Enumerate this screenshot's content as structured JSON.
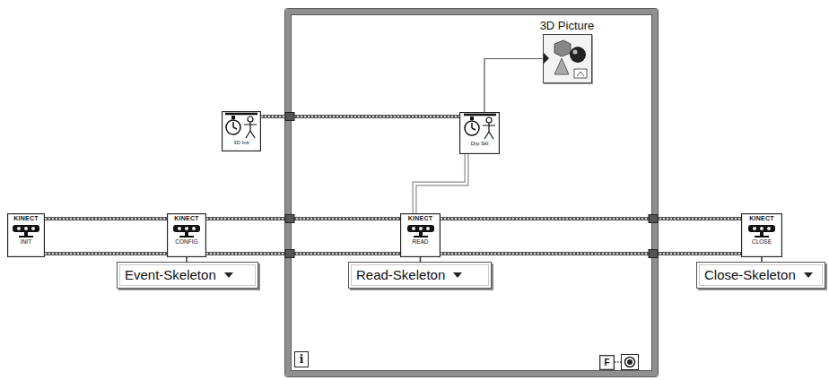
{
  "diagram": {
    "nodes": [
      {
        "text": [
          "KINECT",
          "INIT"
        ]
      },
      {
        "text": [
          "KINECT",
          "CONFIG"
        ]
      },
      {
        "text": [
          "Event-Skeleton"
        ]
      },
      {
        "text": [
          "3D Init"
        ]
      },
      {
        "text": [
          "i"
        ]
      },
      {
        "text": [
          "Drp Skl"
        ],
        "in": 4
      },
      {
        "text": [
          "3D Picture"
        ],
        "in": 4
      },
      {
        "text": [
          "KINECT",
          "READ"
        ],
        "in": 4
      },
      {
        "text": [
          "Read-Skeleton"
        ],
        "in": 4
      },
      {
        "text": [
          "F"
        ],
        "in": 4
      },
      {
        "text": [
          "KINECT",
          "CLOSE"
        ]
      },
      {
        "text": [
          "Close-Skeleton"
        ]
      }
    ],
    "edges": [
      {
        "from": 0,
        "to": 1,
        "arrow": "none"
      },
      {
        "from": 0,
        "to": 1,
        "arrow": "none"
      },
      {
        "from": 2,
        "to": 1,
        "arrow": "none"
      },
      {
        "from": 1,
        "to": 7,
        "arrow": "none"
      },
      {
        "from": 1,
        "to": 7,
        "arrow": "none"
      },
      {
        "from": 3,
        "to": 5,
        "arrow": "none"
      },
      {
        "from": 7,
        "to": 5,
        "arrow": "none"
      },
      {
        "from": 5,
        "to": 6,
        "arrow": "none"
      },
      {
        "from": 8,
        "to": 7,
        "arrow": "none"
      },
      {
        "from": 7,
        "to": 10,
        "arrow": "none"
      },
      {
        "from": 7,
        "to": 10,
        "arrow": "none"
      },
      {
        "from": 11,
        "to": 10,
        "arrow": "none"
      }
    ]
  }
}
